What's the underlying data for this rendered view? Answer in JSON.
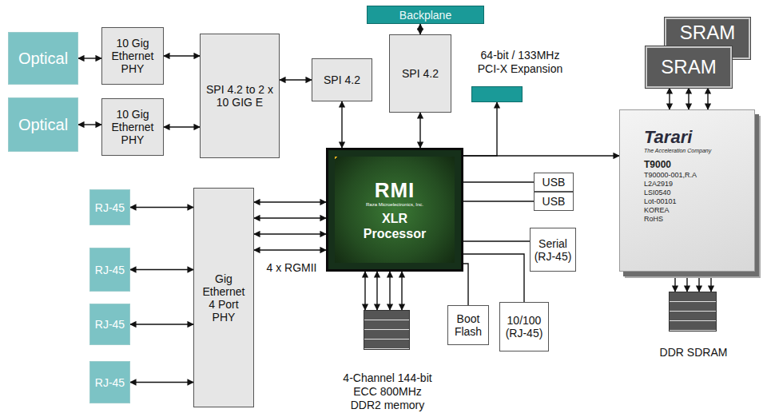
{
  "diagram": {
    "nodes": [
      {
        "text": [
          "Backplane"
        ]
      },
      {
        "text": [
          "Optical"
        ]
      },
      {
        "text": [
          "10 Gig Ethernet PHY"
        ]
      },
      {
        "text": [
          "SPI 4.2 to 2 x 10 GIG E"
        ]
      },
      {
        "text": [
          "SPI 4.2"
        ]
      },
      {
        "text": [
          "SPI 4.2"
        ]
      },
      {
        "text": [
          "64-bit / 133MHz PCI-X Expansion"
        ]
      },
      {
        "text": [
          "SRAM"
        ]
      },
      {
        "text": [
          "SRAM"
        ]
      },
      {
        "text": [
          "Tarari",
          "The Acceleration Company",
          "T9000",
          "T90000-001,R.A",
          "L2A2919",
          "LSI0540",
          "Lot-00101",
          "KOREA",
          "RoHS"
        ]
      },
      {
        "text": [
          "Optical"
        ]
      },
      {
        "text": [
          "10 Gig Ethernet PHY"
        ]
      },
      {
        "text": [
          "RMI",
          "Raza Microelectronics, Inc.",
          "XLR Processor"
        ]
      },
      {
        "text": [
          "USB"
        ]
      },
      {
        "text": [
          "USB"
        ]
      },
      {
        "text": [
          "Serial (RJ-45)"
        ]
      },
      {
        "text": [
          "RJ-45"
        ]
      },
      {
        "text": [
          "Gig Ethernet 4 Port PHY"
        ]
      },
      {
        "text": [
          "RJ-45"
        ]
      },
      {
        "text": [
          "RJ-45"
        ]
      },
      {
        "text": [
          "RJ-45"
        ]
      },
      {
        "text": [
          "Boot Flash"
        ]
      },
      {
        "text": [
          "10/100 (RJ-45)"
        ]
      },
      {
        "text": [
          "4-Channel 144-bit ECC 800MHz DDR2 memory"
        ]
      },
      {
        "text": [
          "DDR SDRAM"
        ]
      }
    ],
    "edges": [
      {
        "from": 1,
        "to": 2,
        "arrow": "both"
      },
      {
        "from": 2,
        "to": 3,
        "arrow": "both"
      },
      {
        "from": 10,
        "to": 11,
        "arrow": "both"
      },
      {
        "from": 11,
        "to": 3,
        "arrow": "both"
      },
      {
        "from": 3,
        "to": 4,
        "arrow": "both"
      },
      {
        "from": 4,
        "to": 12,
        "arrow": "both"
      },
      {
        "from": 0,
        "to": 5,
        "arrow": "both"
      },
      {
        "from": 5,
        "to": 12,
        "arrow": "both"
      },
      {
        "from": 12,
        "to": 9,
        "arrow": "to"
      },
      {
        "from": 12,
        "to": 6,
        "arrow": "to"
      },
      {
        "from": 12,
        "to": 13,
        "arrow": "none"
      },
      {
        "from": 12,
        "to": 14,
        "arrow": "none"
      },
      {
        "from": 12,
        "to": 15,
        "arrow": "none"
      },
      {
        "from": 12,
        "to": 21,
        "arrow": "none"
      },
      {
        "from": 12,
        "to": 22,
        "arrow": "none"
      },
      {
        "from": 12,
        "to": 23,
        "arrow": "both"
      },
      {
        "from": 17,
        "to": 12,
        "arrow": "both"
      },
      {
        "from": 16,
        "to": 17,
        "arrow": "both"
      },
      {
        "from": 18,
        "to": 17,
        "arrow": "both"
      },
      {
        "from": 19,
        "to": 17,
        "arrow": "both"
      },
      {
        "from": 20,
        "to": 17,
        "arrow": "both"
      },
      {
        "from": 8,
        "to": 9,
        "arrow": "both"
      },
      {
        "from": 9,
        "to": 24,
        "arrow": "both"
      }
    ],
    "labels": [
      "4 x RGMII"
    ]
  }
}
